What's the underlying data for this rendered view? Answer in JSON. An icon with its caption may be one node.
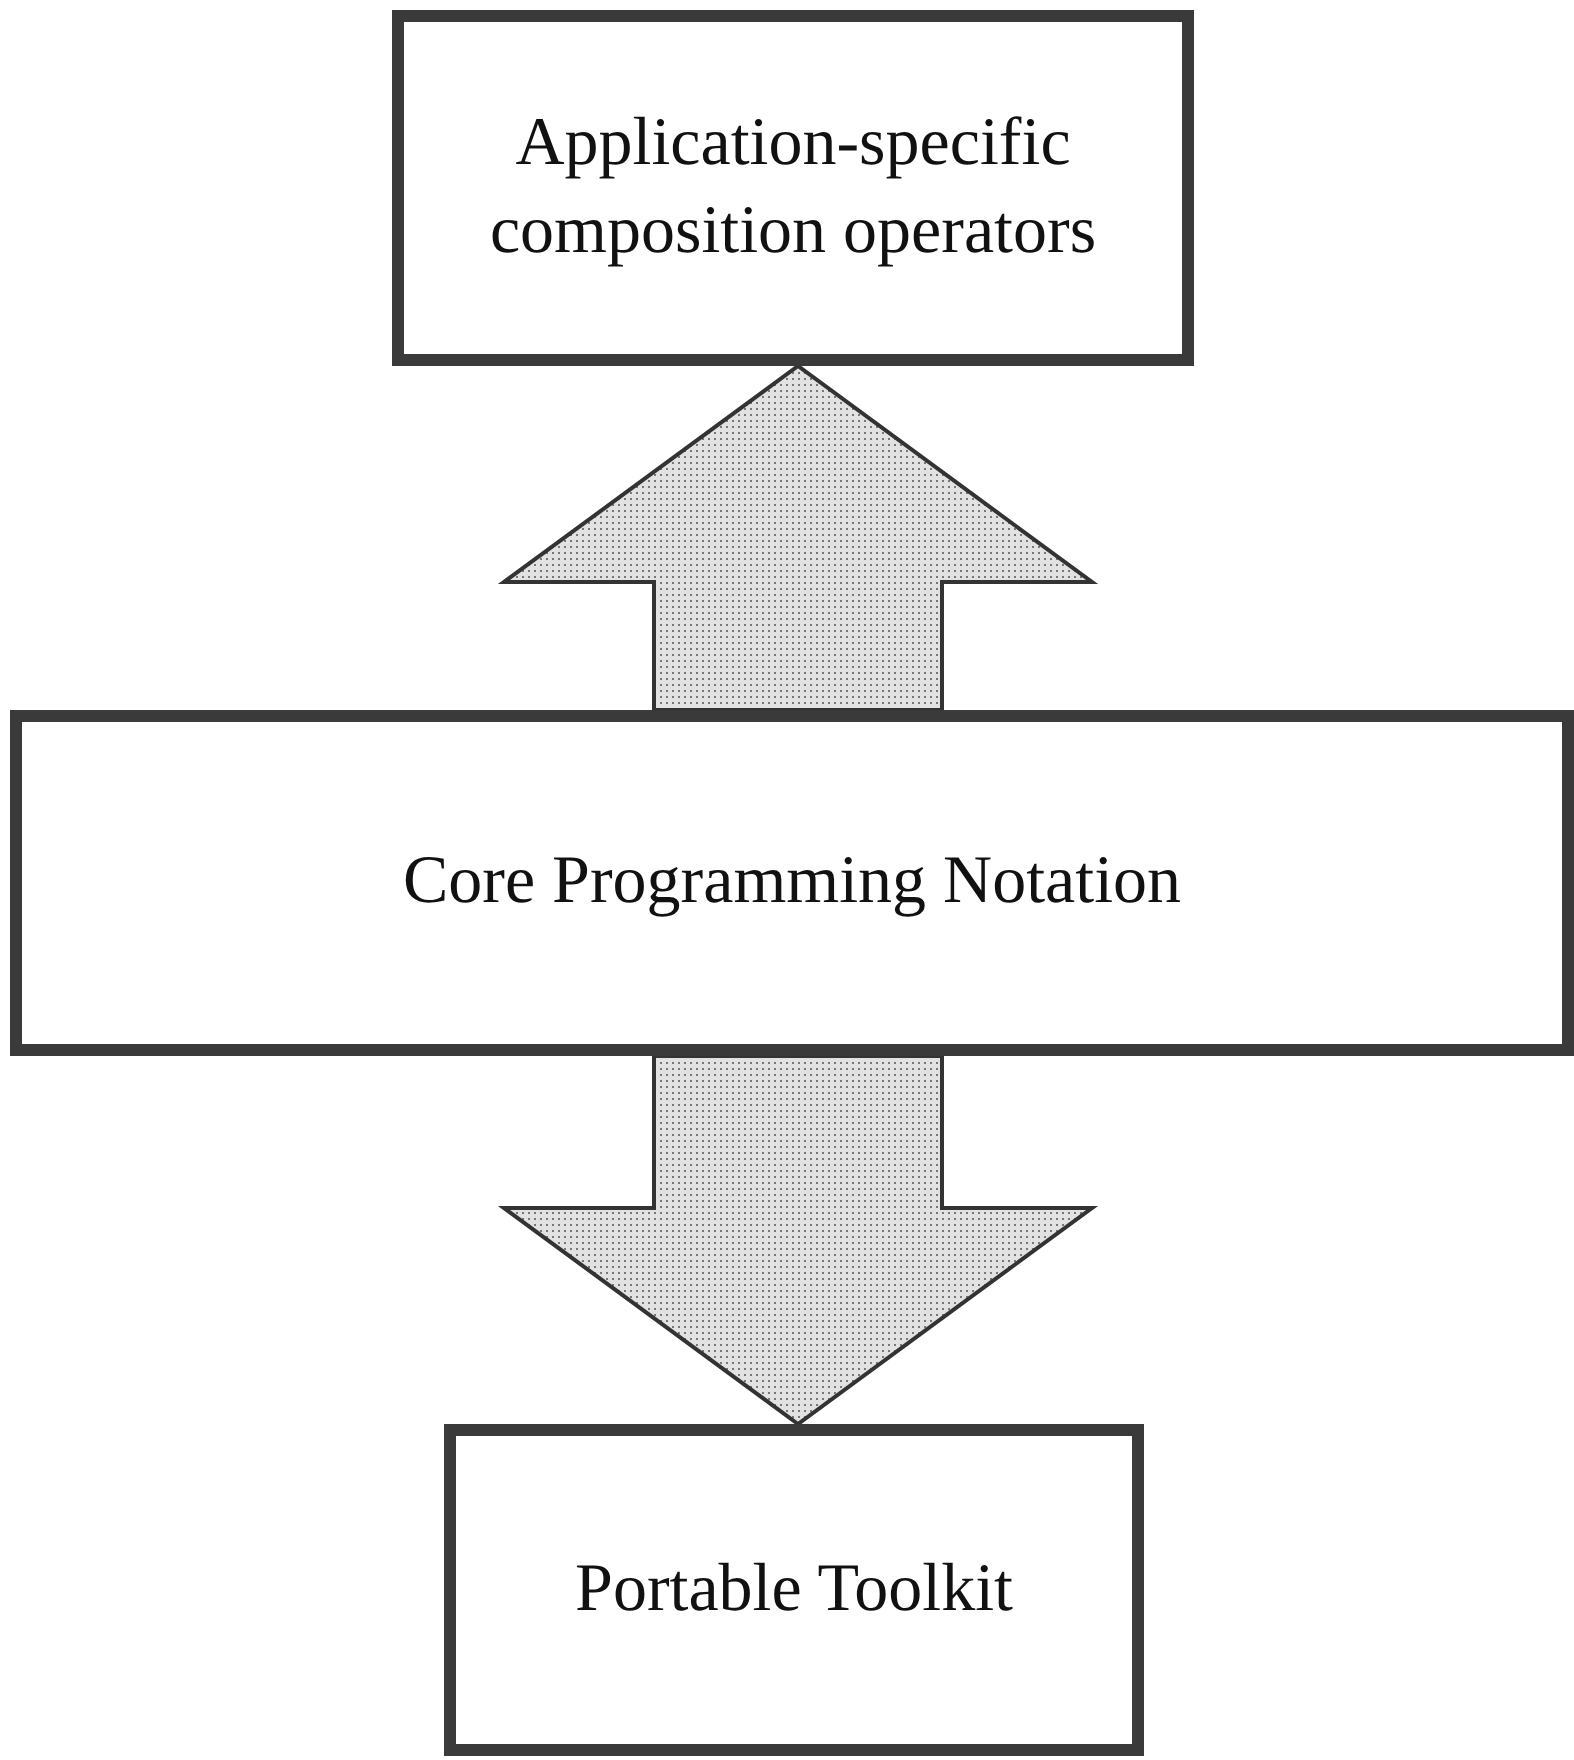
{
  "diagram": {
    "nodes": [
      {
        "text": [
          "Application-specific composition operators"
        ]
      },
      {
        "text": [
          "Core Programming Notation"
        ]
      },
      {
        "text": [
          "Portable Toolkit"
        ]
      }
    ],
    "edges": [
      {
        "from": 1,
        "to": 0,
        "arrow": "to",
        "style": "thick"
      },
      {
        "from": 1,
        "to": 2,
        "arrow": "to",
        "style": "thick"
      }
    ]
  }
}
